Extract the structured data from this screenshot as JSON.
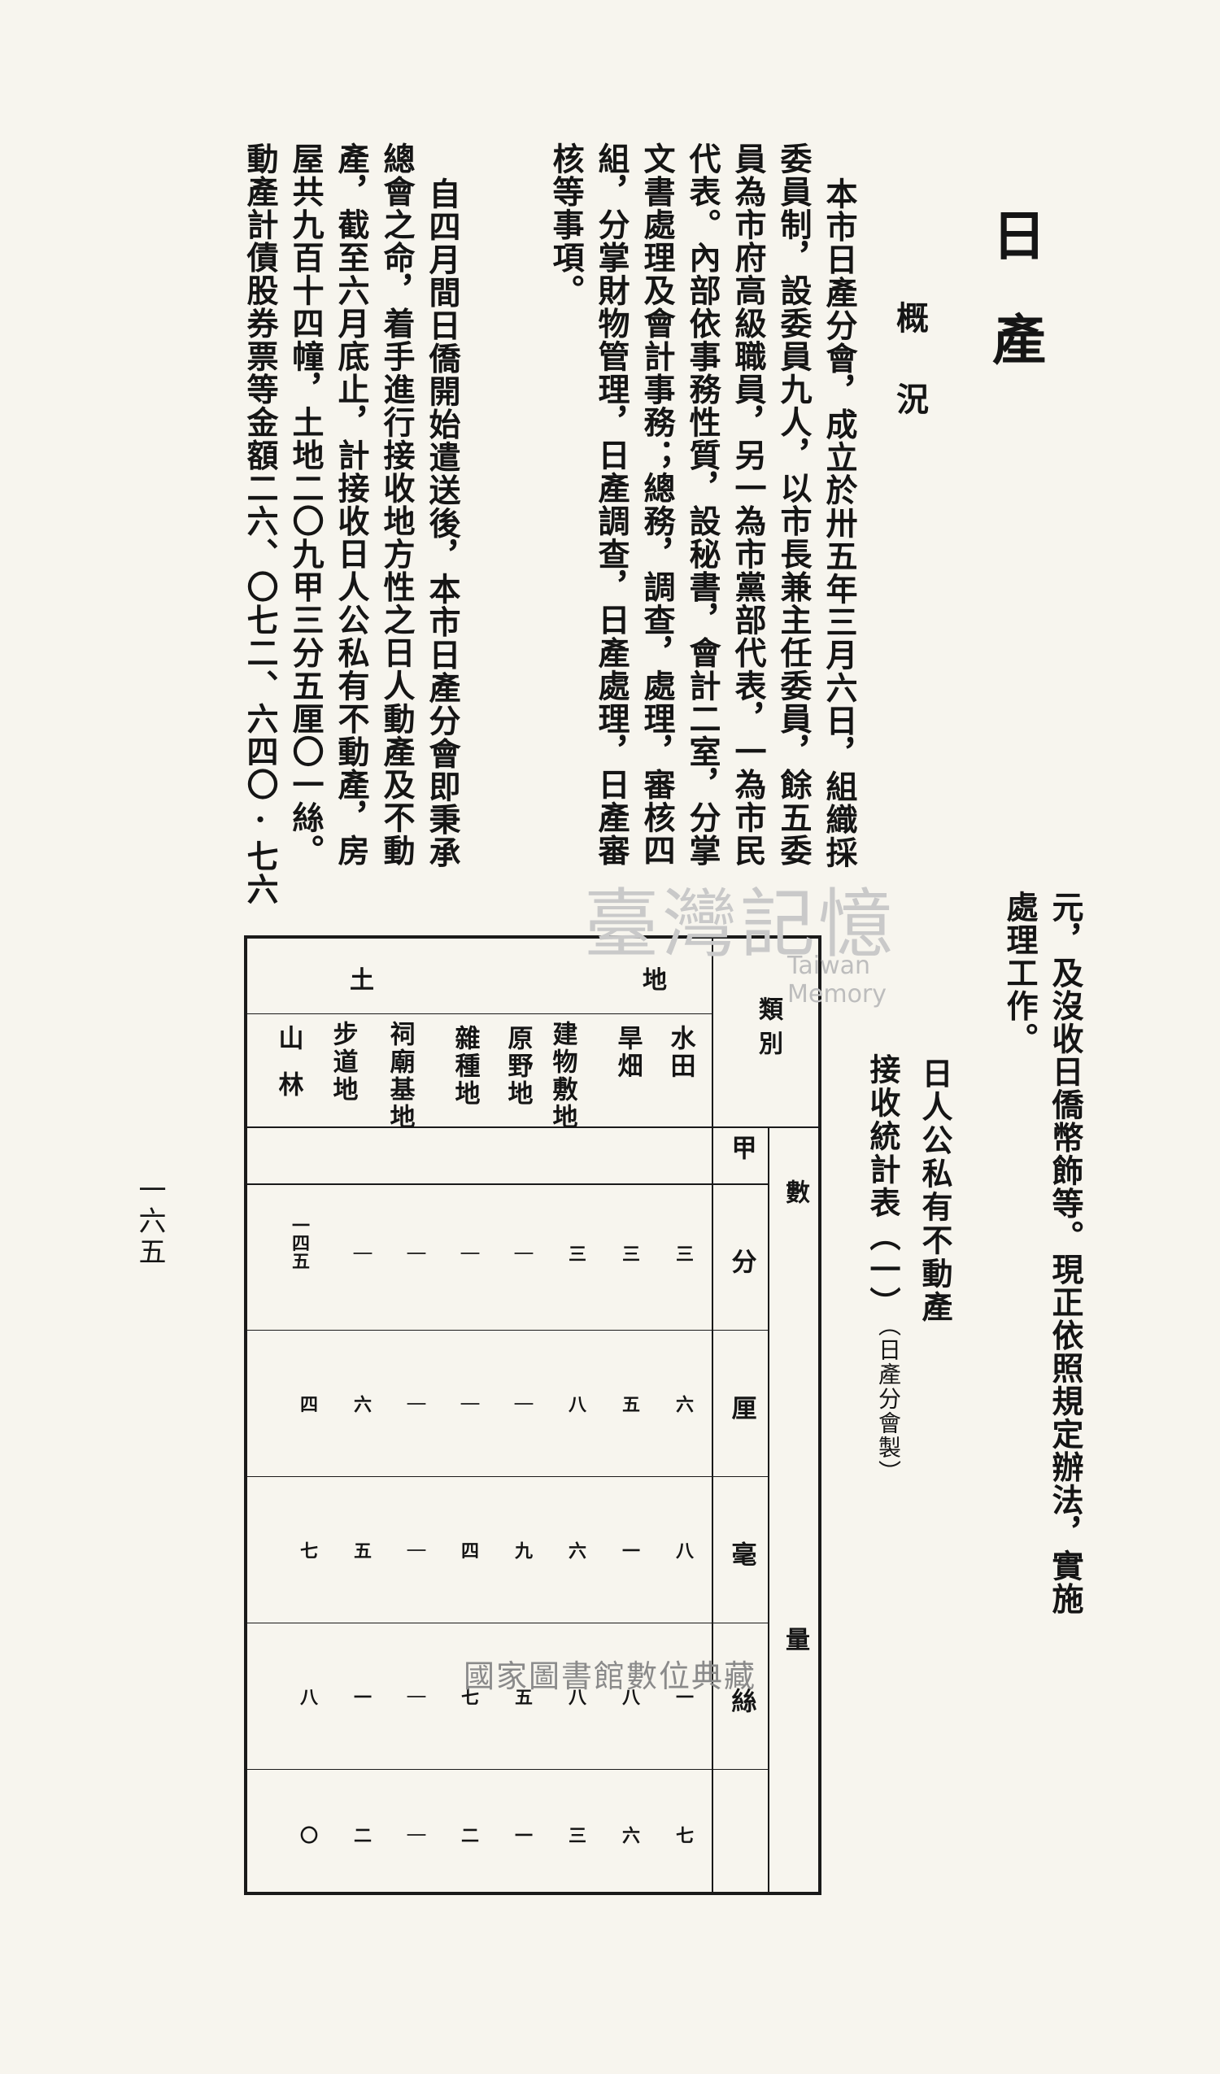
{
  "heading": "日產",
  "section_title": "概況",
  "intro_columns": [
    "本市日產分會，成立於卅五年三月六日，組織採",
    "委員制，設委員九人，以市長兼主任委員，餘五委",
    "員為市府高級職員，另一為市黨部代表，一為市民",
    "代表。內部依事務性質，設秘書，會計二室，分掌",
    "文書處理及會計事務；總務，調查，處理，審核四",
    "組，分掌財物管理，日產調查，日產處理，日產審",
    "核等事項。"
  ],
  "para2_columns": [
    "自四月間日僑開始遣送後，本市日產分會即秉承",
    "總會之命，着手進行接收地方性之日人動產及不動",
    "產，截至六月底止，計接收日人公私有不動產，房",
    "屋共九百十四幢，土地二〇九甲三分五厘〇一絲。",
    "動產計債股券票等金額二六、〇七二、六四〇·七六"
  ],
  "continued_columns": [
    "元，及沒收日僑幣飾等。現正依照規定辦法，實施",
    "處理工作。"
  ],
  "table_title_1": "日人公私有不動產",
  "table_title_2": "接收統計表（一）",
  "table_source": "（日產分會製）",
  "table": {
    "category_label": "類別",
    "quantity_label": "數量",
    "group_label": "土地",
    "units": [
      "甲",
      "分",
      "厘",
      "毫",
      "絲"
    ],
    "rows": [
      {
        "name": "水田",
        "values": [
          "三",
          "六",
          "八",
          "一",
          "七"
        ]
      },
      {
        "name": "旱畑",
        "values": [
          "三",
          "五",
          "一",
          "八",
          "六"
        ]
      },
      {
        "name": "建物敷地",
        "values": [
          "三",
          "八",
          "六",
          "八",
          "三"
        ]
      },
      {
        "name": "原野地",
        "values": [
          "｜",
          "｜",
          "九",
          "五",
          "一"
        ]
      },
      {
        "name": "雜種地",
        "values": [
          "｜",
          "｜",
          "四",
          "七",
          "二"
        ]
      },
      {
        "name": "祠廟基地",
        "values": [
          "｜",
          "｜",
          "｜",
          "｜",
          "｜"
        ]
      },
      {
        "name": "步道地",
        "values": [
          "｜",
          "六",
          "五",
          "一",
          "二"
        ]
      },
      {
        "name": "山林",
        "values": [
          "一四五",
          "四",
          "七",
          "八",
          "〇"
        ]
      }
    ]
  },
  "page_number": "一六五",
  "watermark": {
    "text": "臺灣記憶",
    "subtext": "Taiwan Memory"
  },
  "footer": "國家圖書館數位典藏"
}
